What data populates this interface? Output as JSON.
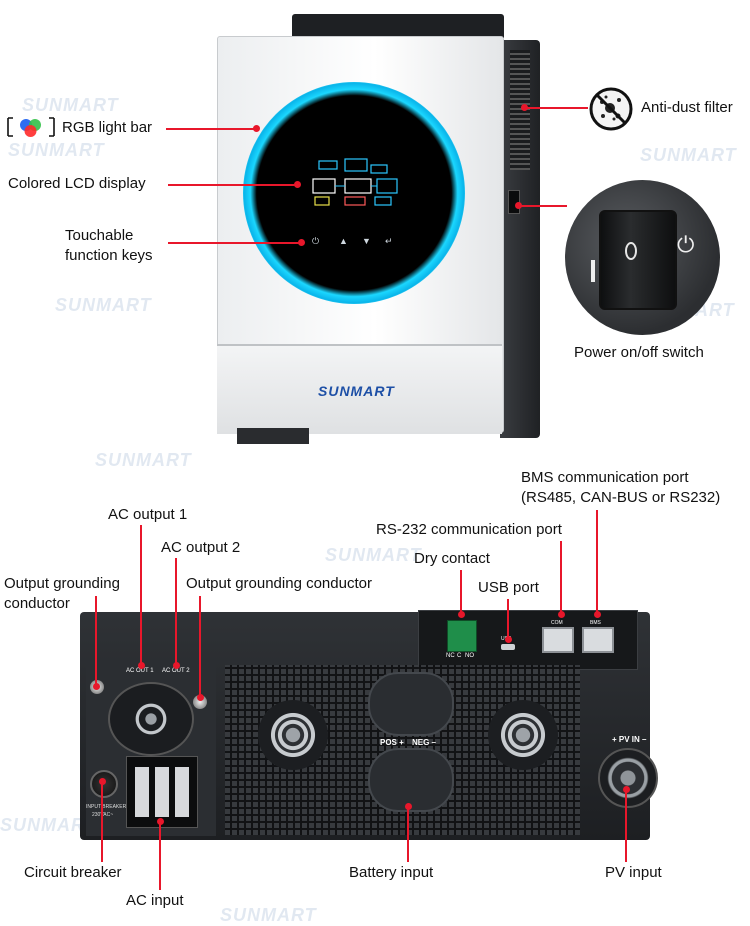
{
  "labels": {
    "rgb_light_bar": "RGB light bar",
    "colored_lcd": "Colored LCD display",
    "touch_keys_1": "Touchable",
    "touch_keys_2": "function keys",
    "anti_dust": "Anti-dust filter",
    "power_switch": "Power on/off switch",
    "bms_port_1": "BMS communication port",
    "bms_port_2": "(RS485, CAN-BUS or RS232)",
    "ac_output_1": "AC output 1",
    "ac_output_2": "AC output 2",
    "rs232_port": "RS-232 communication port",
    "dry_contact": "Dry contact",
    "usb_port": "USB port",
    "out_ground_left_1": "Output grounding",
    "out_ground_left_2": "conductor",
    "out_ground_right": "Output grounding conductor",
    "circuit_breaker": "Circuit breaker",
    "ac_input": "AC input",
    "battery_input": "Battery input",
    "pv_input": "PV input"
  },
  "device": {
    "brand": "SUNMART",
    "watermark": "SUNMART",
    "rear_texts": {
      "ac_out1": "AC OUT 1",
      "ac_out2": "AC OUT 2",
      "pos": "POS +",
      "neg": "NEG –",
      "pv_in": "+ PV IN –",
      "com": "COM",
      "bms": "BMS",
      "usb": "USB",
      "input_breaker": "INPUT BREAKER",
      "breaker_rating": "230VAC~",
      "nc": "NC",
      "c": "C",
      "no": "NO"
    }
  },
  "colors": {
    "accent_red": "#e8172b",
    "ring_cyan": "#1bd7ff",
    "brand_blue": "#1d4fa6"
  }
}
